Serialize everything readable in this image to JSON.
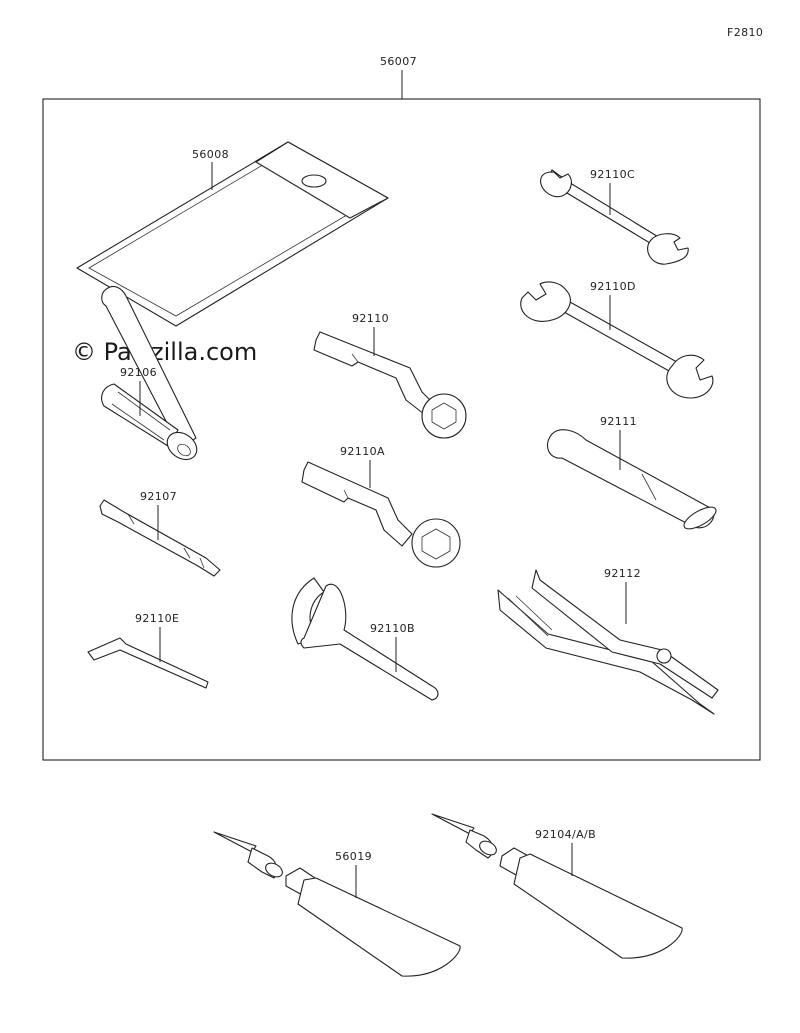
{
  "figure_code": "F2810",
  "watermark": "© Partzilla.com",
  "kit": {
    "part_no": "56007"
  },
  "parts": {
    "case": "56008",
    "wrench_c": "92110C",
    "wrench_d": "92110D",
    "ring_wrench": "92110",
    "ring_wrench_a": "92110A",
    "extension": "92106",
    "screwdriver": "92107",
    "hex_key": "92110E",
    "pipe": "92111",
    "pliers": "92112",
    "hook_wrench": "92110B",
    "tube_1": "56019",
    "tube_2": "92104/A/B"
  }
}
